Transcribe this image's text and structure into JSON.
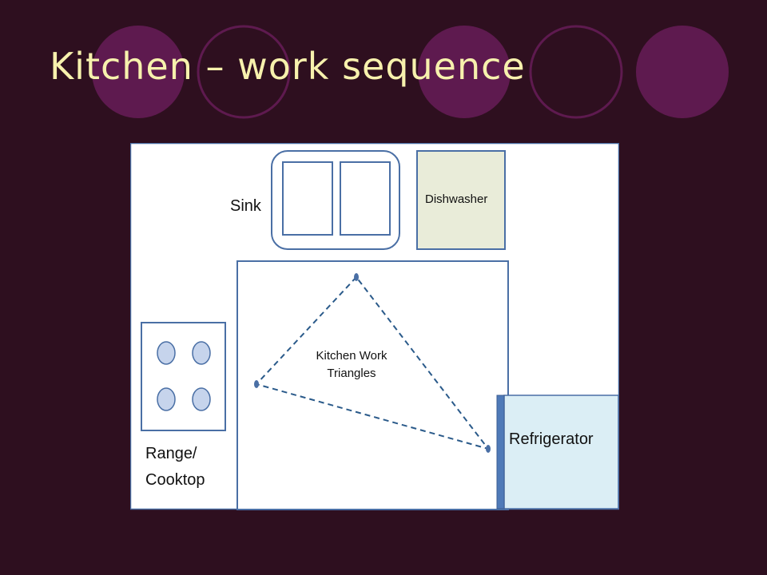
{
  "title": "Kitchen – work sequence",
  "colors": {
    "background": "#2e0f1f",
    "title": "#f7f1ad",
    "circle_fill": "#5e1a4f",
    "circle_outline": "#5e1a4f",
    "plan_background": "#ffffff",
    "outline": "#4a6fa5",
    "dishwasher_fill": "#e9ecd9",
    "burner_fill": "#c6d4ec",
    "refrigerator_fill": "#dbeef5",
    "refrigerator_door": "#4f7ab8",
    "triangle_line": "#2a5a8a"
  },
  "diagram": {
    "sink_label": "Sink",
    "dishwasher_label": "Dishwasher",
    "triangle_label_line1": "Kitchen Work",
    "triangle_label_line2": "Triangles",
    "range_label_line1": "Range/",
    "range_label_line2": "Cooktop",
    "refrigerator_label": "Refrigerator"
  }
}
